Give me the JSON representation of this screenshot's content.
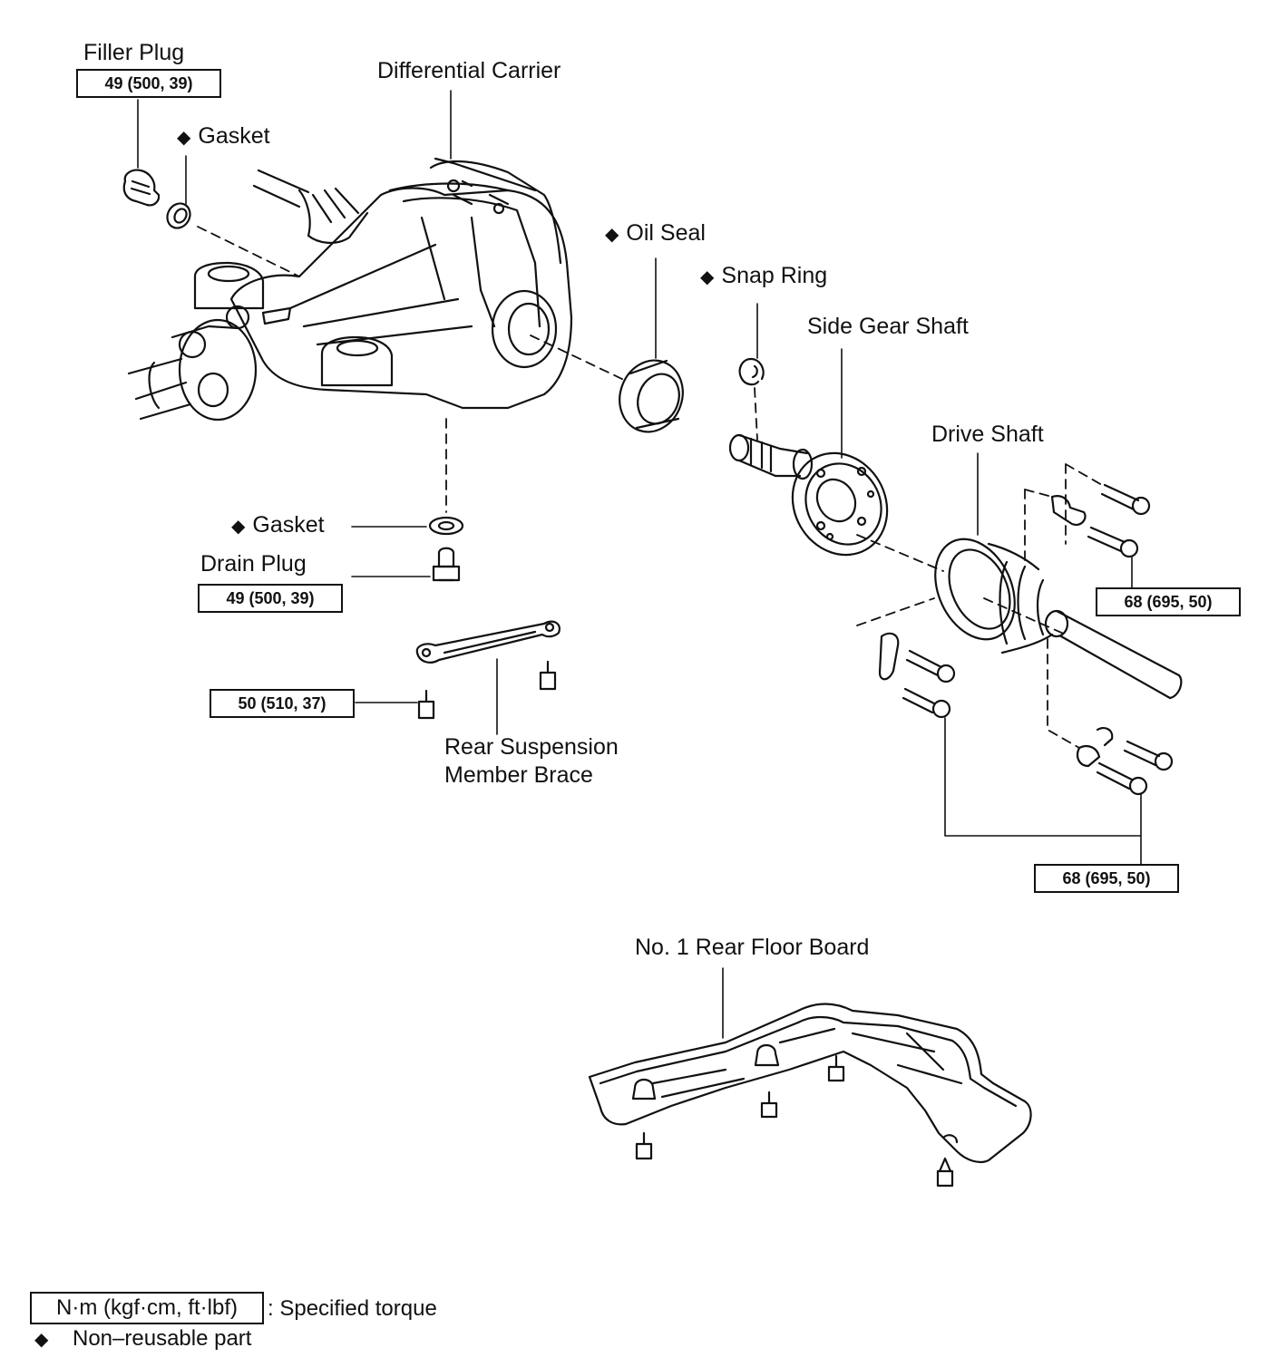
{
  "labels": {
    "filler_plug": "Filler Plug",
    "differential_carrier": "Differential Carrier",
    "gasket_top": "Gasket",
    "oil_seal": "Oil Seal",
    "snap_ring": "Snap Ring",
    "side_gear_shaft": "Side Gear Shaft",
    "drive_shaft": "Drive Shaft",
    "gasket_bottom": "Gasket",
    "drain_plug": "Drain Plug",
    "rear_suspension_line1": "Rear Suspension",
    "rear_suspension_line2": "Member Brace",
    "rear_floor_board": "No. 1 Rear Floor Board"
  },
  "torque": {
    "filler_plug": "49 (500, 39)",
    "drain_plug": "49 (500, 39)",
    "brace_bolt": "50 (510, 37)",
    "drive_shaft_upper": "68 (695, 50)",
    "drive_shaft_lower": "68 (695, 50)"
  },
  "non_reusable_symbol": "◆",
  "legend": {
    "torque_unit": "N·m (kgf·cm, ft·lbf)",
    "torque_desc": ": Specified torque",
    "non_reusable_symbol": "◆",
    "non_reusable_desc": "Non–reusable part"
  }
}
